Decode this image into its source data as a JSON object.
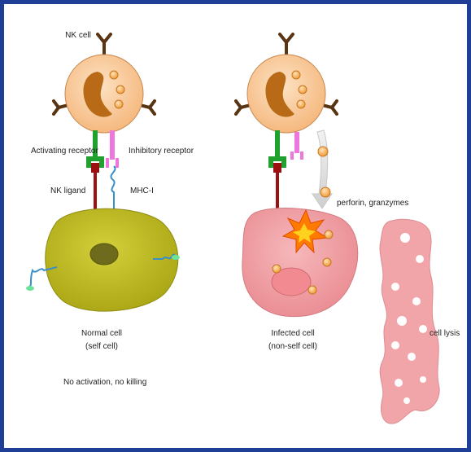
{
  "colors": {
    "border": "#1f3f96",
    "nk_cell": "#f9c99a",
    "nk_nucleus": "#b86a17",
    "granule": "#f6a74b",
    "activating_receptor": "#1fa02f",
    "inhibitory_receptor": "#ee77dd",
    "ligand": "#9b1010",
    "mhc": "#3b8fc8",
    "normal_cell": "#b9b51c",
    "infected_cell": "#f0a0a5",
    "lysis_cell": "#f2a5a9",
    "starburst": "#ff7a00"
  },
  "labels": {
    "nk_cell": "NK cell",
    "activating_receptor": "Activating receptor",
    "inhibitory_receptor": "Inhibitory receptor",
    "nk_ligand": "NK ligand",
    "mhc_i": "MHC-I",
    "normal_cell_line1": "Normal cell",
    "normal_cell_line2": "(self cell)",
    "no_activation": "No activation, no killing",
    "perforin": "perforin, granzymes",
    "infected_cell_line1": "Infected cell",
    "infected_cell_line2": "(non-self cell)",
    "cell_lysis": "cell lysis"
  },
  "icons": [
    "nk-cell-icon",
    "receptor-icon",
    "mhc-icon",
    "starburst-icon",
    "arrow-icon"
  ]
}
